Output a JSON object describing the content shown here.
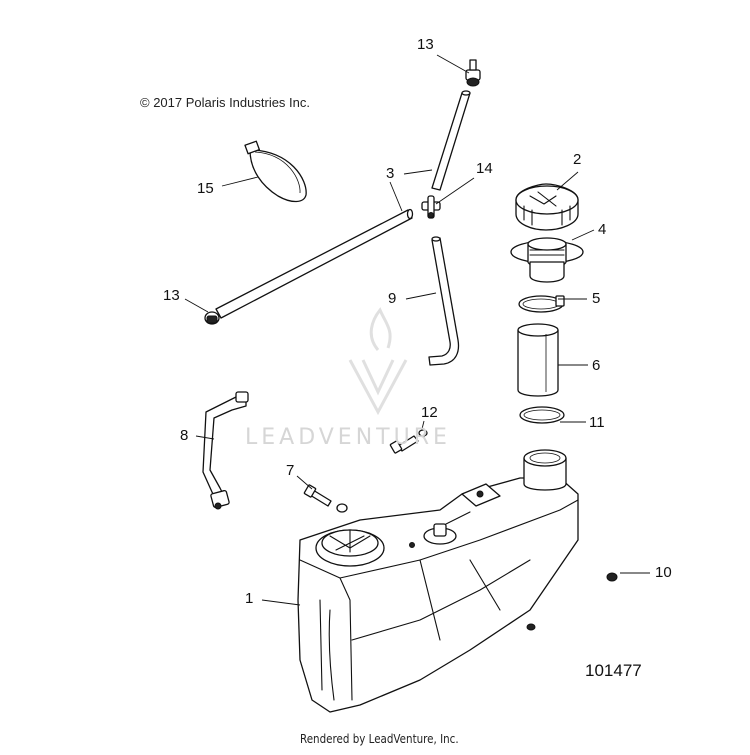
{
  "copyright": "© 2017 Polaris Industries Inc.",
  "watermark": "LEADVENTURE",
  "diagram_number": "101477",
  "footer": "Rendered by LeadVenture, Inc.",
  "callouts": {
    "c1": "1",
    "c2": "2",
    "c3": "3",
    "c4": "4",
    "c5": "5",
    "c6": "6",
    "c7": "7",
    "c8": "8",
    "c9": "9",
    "c10": "10",
    "c11": "11",
    "c12": "12",
    "c13a": "13",
    "c13b": "13",
    "c14": "14",
    "c15": "15"
  }
}
